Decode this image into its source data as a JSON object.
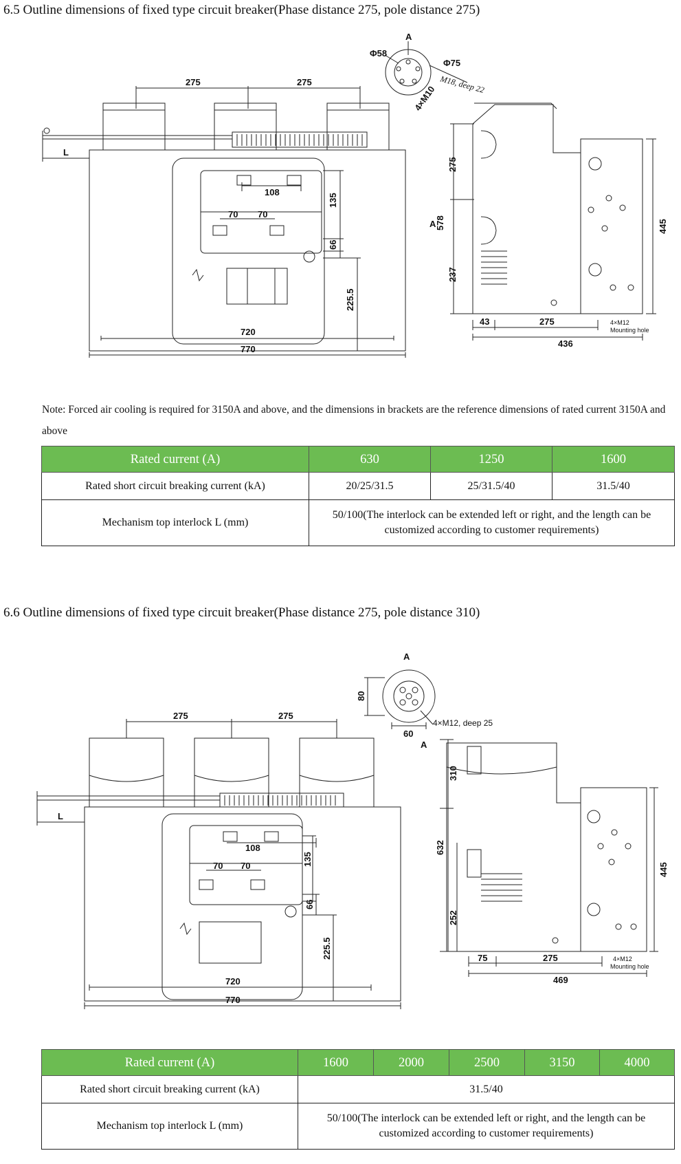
{
  "section_65": {
    "title": "6.5 Outline dimensions of fixed type circuit breaker(Phase distance 275, pole distance 275)",
    "drawing": {
      "front": {
        "dim_top_a": "275",
        "dim_top_b": "275",
        "dim_l": "L",
        "dim_108": "108",
        "dim_70a": "70",
        "dim_70b": "70",
        "dim_135": "135",
        "dim_66": "66",
        "dim_225": "225.5",
        "dim_720": "720",
        "dim_770": "770"
      },
      "view_a": {
        "label": "A",
        "phi58": "Φ58",
        "phi75": "Φ75",
        "m18": "M18, deep 22",
        "m10": "4×M10"
      },
      "side": {
        "label_a": "A",
        "dim_275": "275",
        "dim_578": "578",
        "dim_237": "237",
        "dim_445": "445",
        "dim_43": "43",
        "dim_275b": "275",
        "dim_436": "436",
        "holes": "4×M12",
        "mounting": "Mounting hole"
      }
    },
    "note": "Note: Forced air cooling is required for 3150A and above, and the dimensions in brackets are the reference dimensions of rated current 3150A and above",
    "table": {
      "header": [
        "Rated current (A)",
        "630",
        "1250",
        "1600"
      ],
      "row1": [
        "Rated short circuit breaking current (kA)",
        "20/25/31.5",
        "25/31.5/40",
        "31.5/40"
      ],
      "row2": [
        "Mechanism top interlock  L (mm)",
        "50/100(The interlock can be extended left or right, and the length can be customized according to customer requirements)"
      ]
    }
  },
  "section_66": {
    "title": "6.6 Outline dimensions of fixed type circuit breaker(Phase distance 275, pole distance 310)",
    "drawing": {
      "front": {
        "dim_top_a": "275",
        "dim_top_b": "275",
        "dim_l": "L",
        "dim_108": "108",
        "dim_70a": "70",
        "dim_70b": "70",
        "dim_135": "135",
        "dim_66": "66",
        "dim_225": "225.5",
        "dim_720": "720",
        "dim_770": "770"
      },
      "view_a": {
        "label": "A",
        "dim_80": "80",
        "dim_60": "60",
        "m12": "4×M12, deep 25"
      },
      "side": {
        "label_a": "A",
        "dim_310": "310",
        "dim_632": "632",
        "dim_252": "252",
        "dim_445": "445",
        "dim_75": "75",
        "dim_275b": "275",
        "dim_469": "469",
        "holes": "4×M12",
        "mounting": "Mounting hole"
      }
    },
    "table": {
      "header": [
        "Rated current (A)",
        "1600",
        "2000",
        "2500",
        "3150",
        "4000"
      ],
      "row1": [
        "Rated short circuit breaking current (kA)",
        "31.5/40"
      ],
      "row2": [
        "Mechanism top interlock  L (mm)",
        "50/100(The interlock can be extended left or right, and the length can be customized according to customer requirements)"
      ]
    }
  }
}
